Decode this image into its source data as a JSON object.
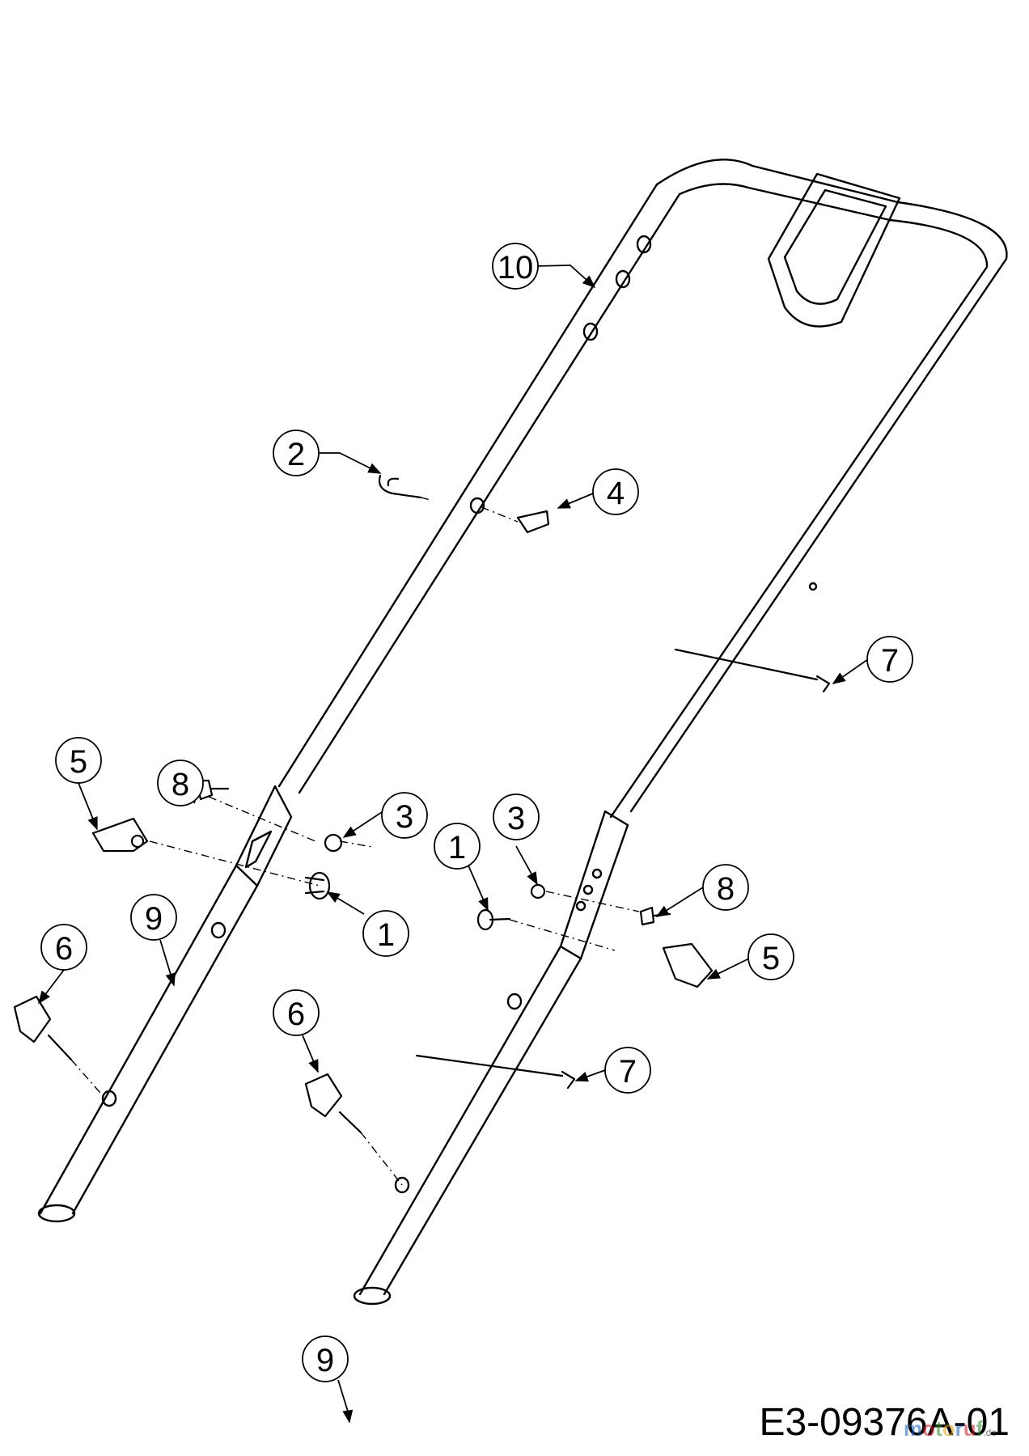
{
  "diagram": {
    "drawing_id": "E3-09376A-01",
    "watermark": {
      "text": "motoruf",
      "suffix": ".de",
      "colors": [
        "#1a5fb4",
        "#c01c28",
        "#2a8a2a",
        "#e0a020"
      ]
    },
    "callouts": [
      {
        "label": "10"
      },
      {
        "label": "2"
      },
      {
        "label": "4"
      },
      {
        "label": "7"
      },
      {
        "label": "8"
      },
      {
        "label": "5"
      },
      {
        "label": "3"
      },
      {
        "label": "1"
      },
      {
        "label": "3"
      },
      {
        "label": "1"
      },
      {
        "label": "8"
      },
      {
        "label": "5"
      },
      {
        "label": "9"
      },
      {
        "label": "6"
      },
      {
        "label": "6"
      },
      {
        "label": "7"
      },
      {
        "label": "9"
      }
    ]
  }
}
